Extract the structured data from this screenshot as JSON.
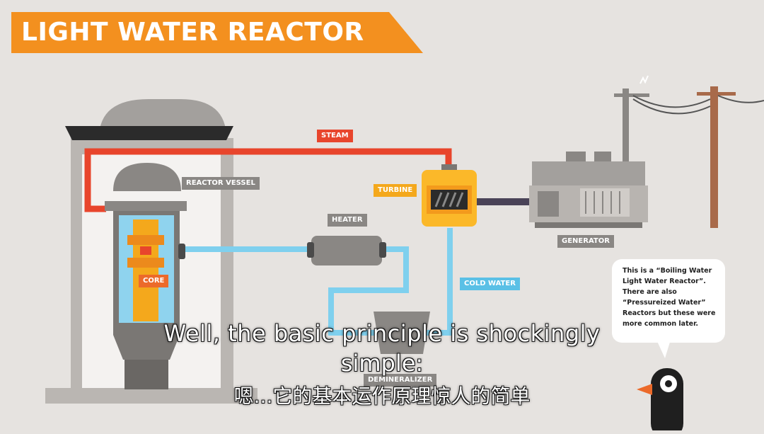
{
  "title": "LIGHT WATER REACTOR",
  "labels": {
    "steam": "STEAM",
    "reactor_vessel": "REACTOR VESSEL",
    "turbine": "TURBINE",
    "heater": "HEATER",
    "generator": "GENERATOR",
    "core": "CORE",
    "cold_water": "COLD WATER",
    "demineralizer": "DEMINERALIZER"
  },
  "note": {
    "lines": [
      "This is a “Boiling Water",
      "Light Water Reactor”.",
      "There are also",
      "“Pressureized Water”",
      "Reactors but these were",
      "more common later."
    ]
  },
  "subtitles": {
    "en_line1": "Well, the basic principle is shockingly",
    "en_line2": "simple:",
    "zh": "嗯...它的基本运作原理惊人的简单"
  },
  "colors": {
    "background": "#e6e3e0",
    "banner": "#f3901f",
    "steam_pipe": "#e8452c",
    "water_pipe": "#7fd0ee",
    "core": "#f4a81c",
    "turbine": "#fbb829",
    "shaft": "#4a4357"
  }
}
